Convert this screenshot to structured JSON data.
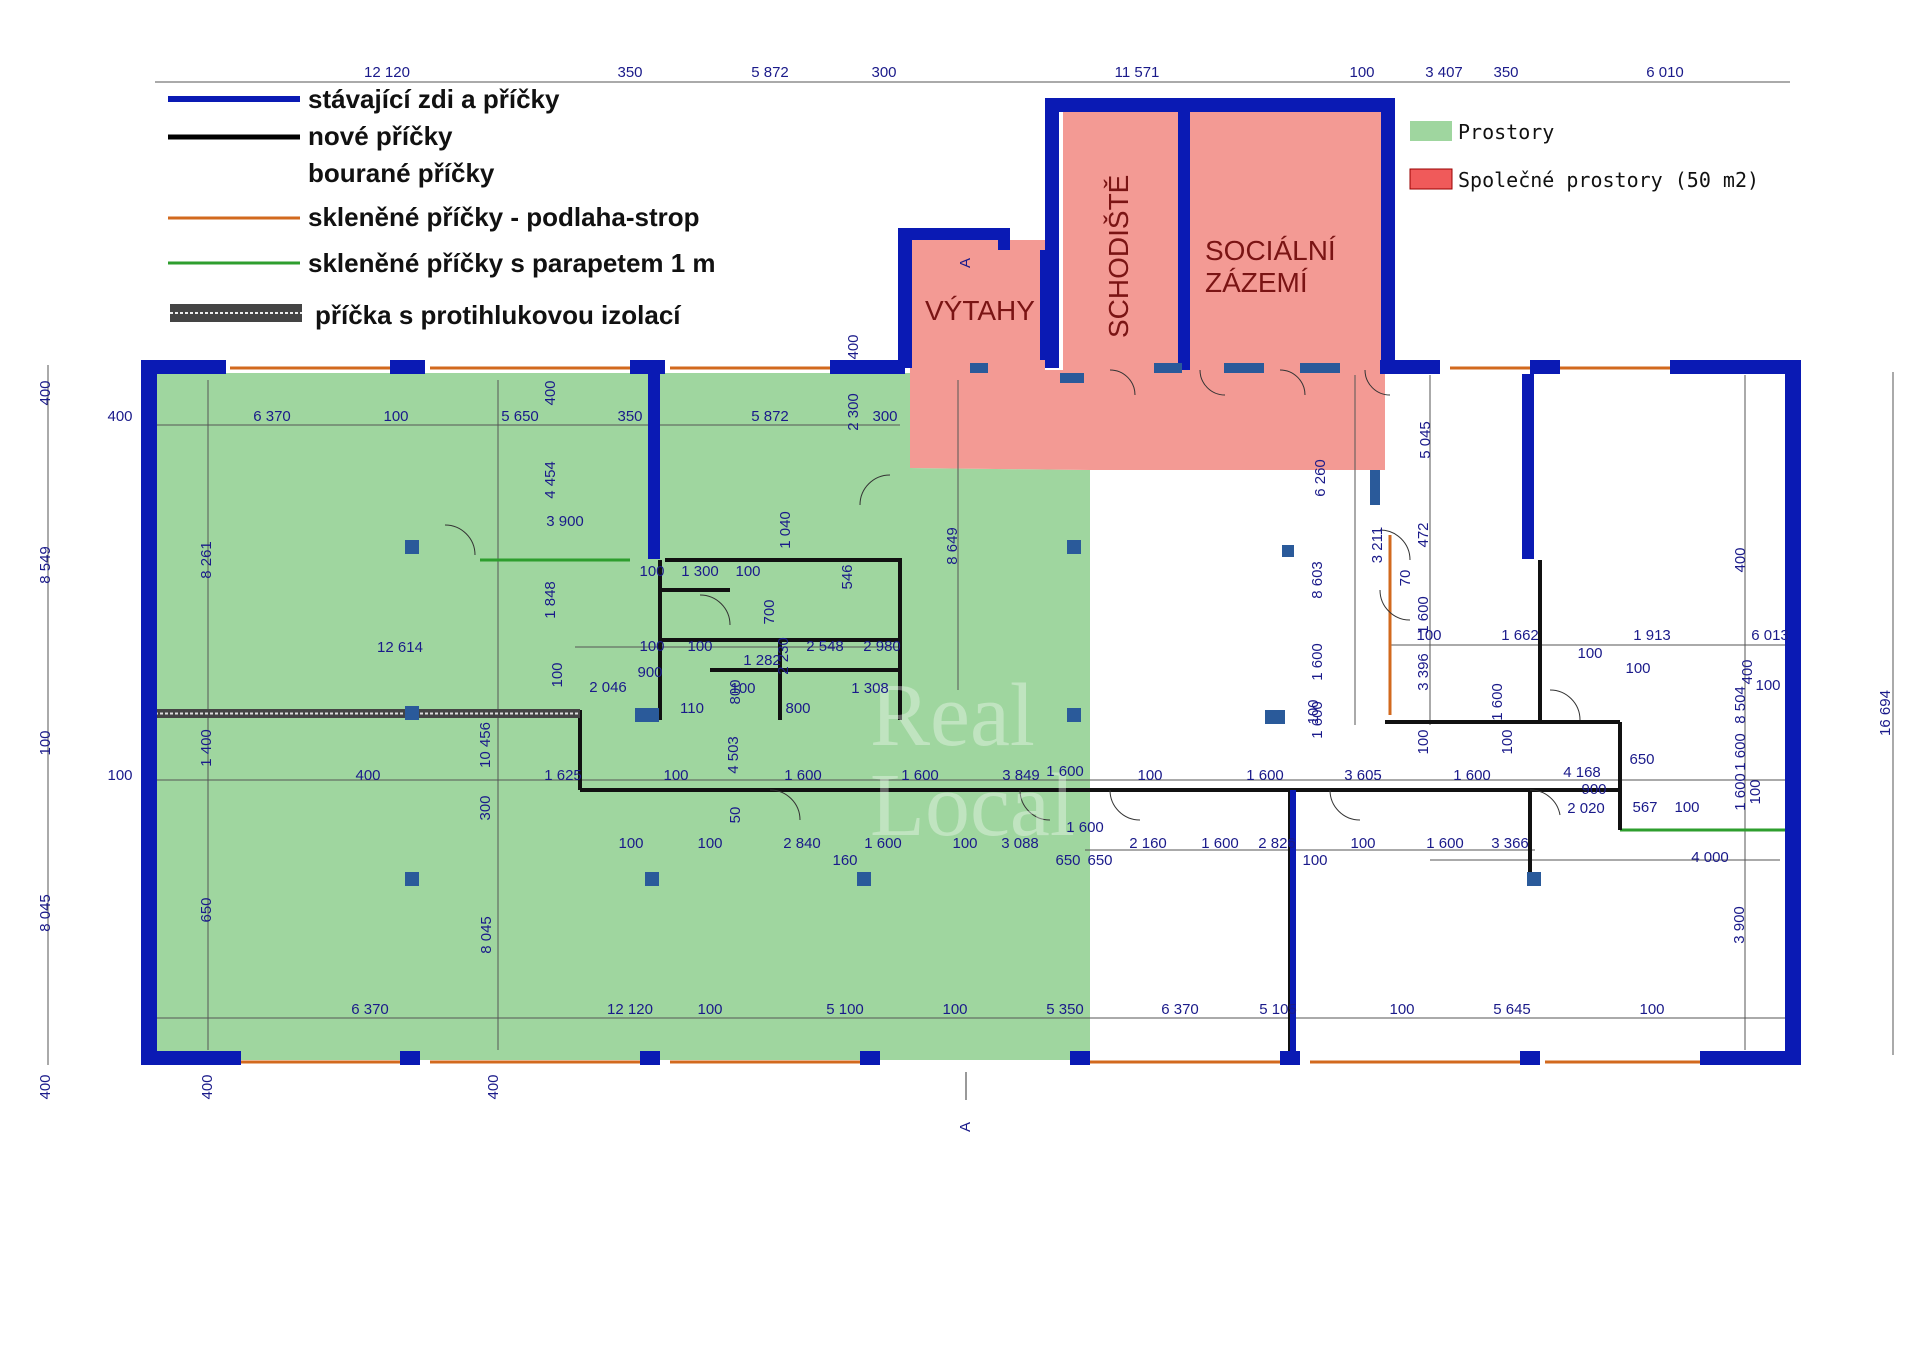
{
  "legend": {
    "items": [
      {
        "label": "stávající zdi a příčky",
        "style": "existing",
        "color": "#0a1ab4"
      },
      {
        "label": "nové příčky",
        "style": "new",
        "color": "#000000"
      },
      {
        "label": "bourané příčky",
        "style": "none",
        "color": ""
      },
      {
        "label": "skleněné příčky - podlaha-strop",
        "style": "glass-full",
        "color": "#d2691e"
      },
      {
        "label": "skleněné příčky s parapetem 1 m",
        "style": "glass-parapet",
        "color": "#2e9e2e"
      },
      {
        "label": "příčka s protihlukovou izolací",
        "style": "acoustic",
        "color": "#000000"
      }
    ],
    "areas": [
      {
        "label": "Prostory",
        "color": "#9fd69f"
      },
      {
        "label": "Společné prostory (50 m2)",
        "color": "#f05a5a"
      }
    ]
  },
  "rooms": {
    "elevators": "VÝTAHY",
    "stairs": "SCHODIŠTĚ",
    "social_1": "SOCIÁLNÍ",
    "social_2": "ZÁZEMÍ"
  },
  "watermark": {
    "line1": "Real",
    "line2": "Local"
  },
  "section_mark": "A",
  "colors": {
    "existing_wall": "#0a1ab4",
    "new_wall": "#000000",
    "prostory": "#9fd69f",
    "spolecne": "#f08c86",
    "glass_full": "#d2691e",
    "glass_parapet": "#2e9e2e",
    "dimension": "#1a1a8a"
  },
  "dims": {
    "top": [
      "12 120",
      "350",
      "5 872",
      "300",
      "11 571",
      "100",
      "3 407",
      "350",
      "6 010"
    ],
    "left": [
      "400",
      "8 549",
      "100",
      "8 045",
      "400"
    ],
    "right": "16 694",
    "bottom": [
      "400",
      "400"
    ],
    "interior": [
      "400",
      "6 370",
      "100",
      "5 650",
      "350",
      "5 872",
      "300",
      "400",
      "2 300",
      "400",
      "4 454",
      "3 900",
      "1 040",
      "100",
      "1 300",
      "100",
      "546",
      "8 649",
      "8 261",
      "1 848",
      "700",
      "12 614",
      "100",
      "100",
      "2 548",
      "2 980",
      "100",
      "2 046",
      "900",
      "1 282",
      "100",
      "1 308",
      "2 230",
      "110",
      "800",
      "800",
      "100",
      "400",
      "10 456",
      "1 625",
      "100",
      "4 503",
      "1 600",
      "1 600",
      "3 849",
      "1 600",
      "1 400",
      "300",
      "50",
      "100",
      "100",
      "2 840",
      "1 600",
      "100",
      "3 088",
      "1 600",
      "160",
      "650",
      "650",
      "650",
      "8 045",
      "6 370",
      "12 120",
      "100",
      "5 100",
      "100",
      "5 350",
      "100",
      "1 600",
      "3 605",
      "1 600",
      "4 168",
      "900",
      "2 020",
      "2 160",
      "1 600",
      "2 826",
      "100",
      "1 600",
      "3 366",
      "100",
      "650",
      "567",
      "100",
      "4 000",
      "3 900",
      "6 370",
      "5 105",
      "100",
      "5 645",
      "100",
      "6 260",
      "5 045",
      "3 211",
      "8 603",
      "70",
      "472",
      "1 600",
      "1 600",
      "3 396",
      "1 600",
      "100",
      "100",
      "1 662",
      "100",
      "1 913",
      "6 013",
      "400",
      "100",
      "400",
      "8 504",
      "100",
      "1 600",
      "100",
      "1 600",
      "100",
      "1 600",
      "100",
      "400"
    ]
  }
}
